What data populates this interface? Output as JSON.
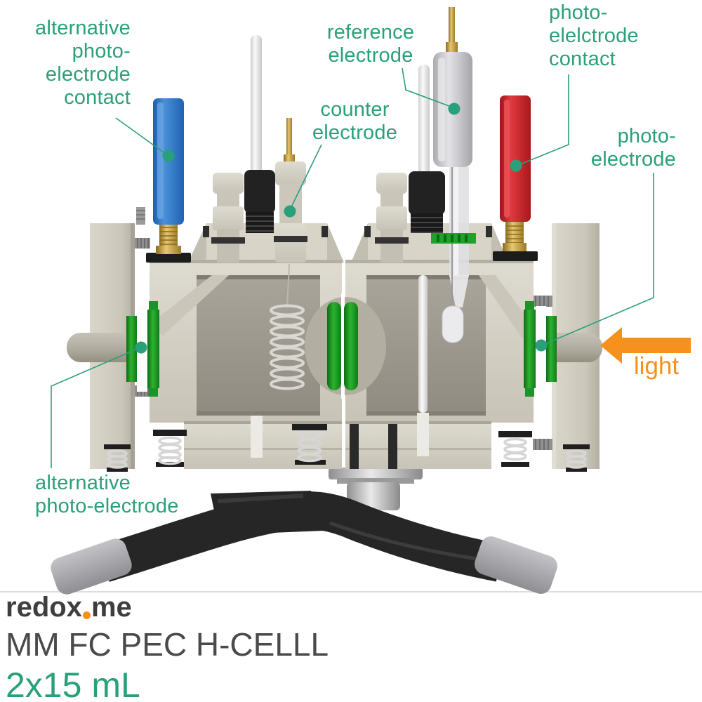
{
  "annotations": {
    "alternative_photo_electrode_contact": "alternative\nphoto-\nelectrode\ncontact",
    "reference_electrode": "reference\nelectrode",
    "counter_electrode": "counter\nelectrode",
    "photo_electrode_contact": "photo-\nelelctrode\ncontact",
    "photo_electrode": "photo-\nelectrode",
    "alternative_photo_electrode": "alternative\nphoto-electrode",
    "light": "light"
  },
  "branding": {
    "logo_text_1": "redox",
    "logo_text_2": "me",
    "product_name": "MM FC PEC H-CELLL",
    "volume": "2x15 mL"
  },
  "colors": {
    "label_teal": "#2aa07a",
    "light_orange": "#f6911e",
    "blue_connector": "#2a76c9",
    "red_connector": "#d32127",
    "window_green": "#22a12c"
  }
}
